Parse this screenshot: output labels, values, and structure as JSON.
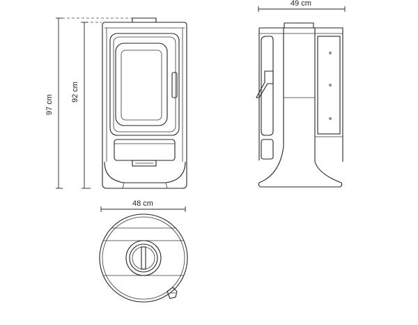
{
  "dimensions": {
    "total_height": "97 cm",
    "body_height": "92 cm",
    "depth": "49 cm",
    "width": "48 cm"
  }
}
